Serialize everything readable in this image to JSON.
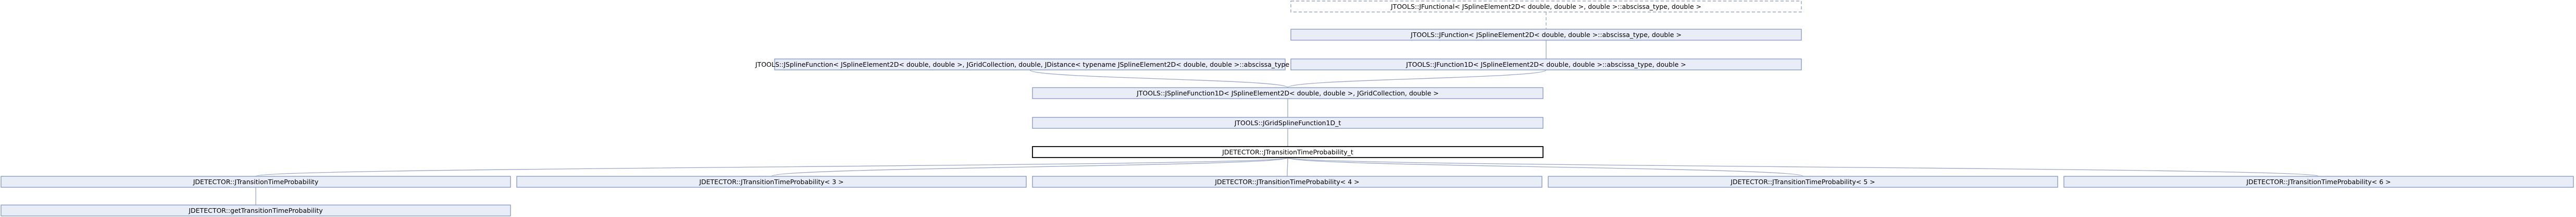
{
  "diagram": {
    "nodes": [
      {
        "id": "functional",
        "label": "JTOOLS::JFunctional< JSplineElement2D< double, double >, double >::abscissa_type, double >",
        "style": "dashed"
      },
      {
        "id": "function",
        "label": "JTOOLS::JFunction< JSplineElement2D< double, double >::abscissa_type, double >",
        "style": "normal"
      },
      {
        "id": "splinefunction",
        "label": "JTOOLS::JSplineFunction< JSplineElement2D< double, double >, JGridCollection, double, JDistance< typename JSplineElement2D< double, double >::abscissa_type > >",
        "style": "normal"
      },
      {
        "id": "function1d",
        "label": "JTOOLS::JFunction1D< JSplineElement2D< double, double >::abscissa_type, double >",
        "style": "normal"
      },
      {
        "id": "splinefunction1d",
        "label": "JTOOLS::JSplineFunction1D< JSplineElement2D< double, double >, JGridCollection, double >",
        "style": "normal"
      },
      {
        "id": "gridspline",
        "label": "JTOOLS::JGridSplineFunction1D_t",
        "style": "normal"
      },
      {
        "id": "ttp",
        "label": "JDETECTOR::JTransitionTimeProbability_t",
        "style": "current"
      },
      {
        "id": "ttp_main",
        "label": "JDETECTOR::JTransitionTimeProbability",
        "style": "normal"
      },
      {
        "id": "ttp_3",
        "label": "JDETECTOR::JTransitionTimeProbability< 3 >",
        "style": "normal"
      },
      {
        "id": "ttp_4",
        "label": "JDETECTOR::JTransitionTimeProbability< 4 >",
        "style": "normal"
      },
      {
        "id": "ttp_5",
        "label": "JDETECTOR::JTransitionTimeProbability< 5 >",
        "style": "normal"
      },
      {
        "id": "ttp_6",
        "label": "JDETECTOR::JTransitionTimeProbability< 6 >",
        "style": "normal"
      },
      {
        "id": "get_ttp",
        "label": "JDETECTOR::getTransitionTimeProbability",
        "style": "normal"
      }
    ],
    "edges": [
      {
        "from": "functional",
        "to": "function",
        "style": "dashed"
      },
      {
        "from": "function",
        "to": "function1d",
        "style": "normal"
      },
      {
        "from": "splinefunction",
        "to": "splinefunction1d",
        "style": "normal"
      },
      {
        "from": "function1d",
        "to": "splinefunction1d",
        "style": "normal"
      },
      {
        "from": "splinefunction1d",
        "to": "gridspline",
        "style": "normal"
      },
      {
        "from": "gridspline",
        "to": "ttp",
        "style": "normal"
      },
      {
        "from": "ttp",
        "to": "ttp_main",
        "style": "normal"
      },
      {
        "from": "ttp",
        "to": "ttp_3",
        "style": "normal"
      },
      {
        "from": "ttp",
        "to": "ttp_4",
        "style": "normal"
      },
      {
        "from": "ttp",
        "to": "ttp_5",
        "style": "normal"
      },
      {
        "from": "ttp",
        "to": "ttp_6",
        "style": "normal"
      },
      {
        "from": "ttp_main",
        "to": "get_ttp",
        "style": "normal"
      }
    ]
  }
}
